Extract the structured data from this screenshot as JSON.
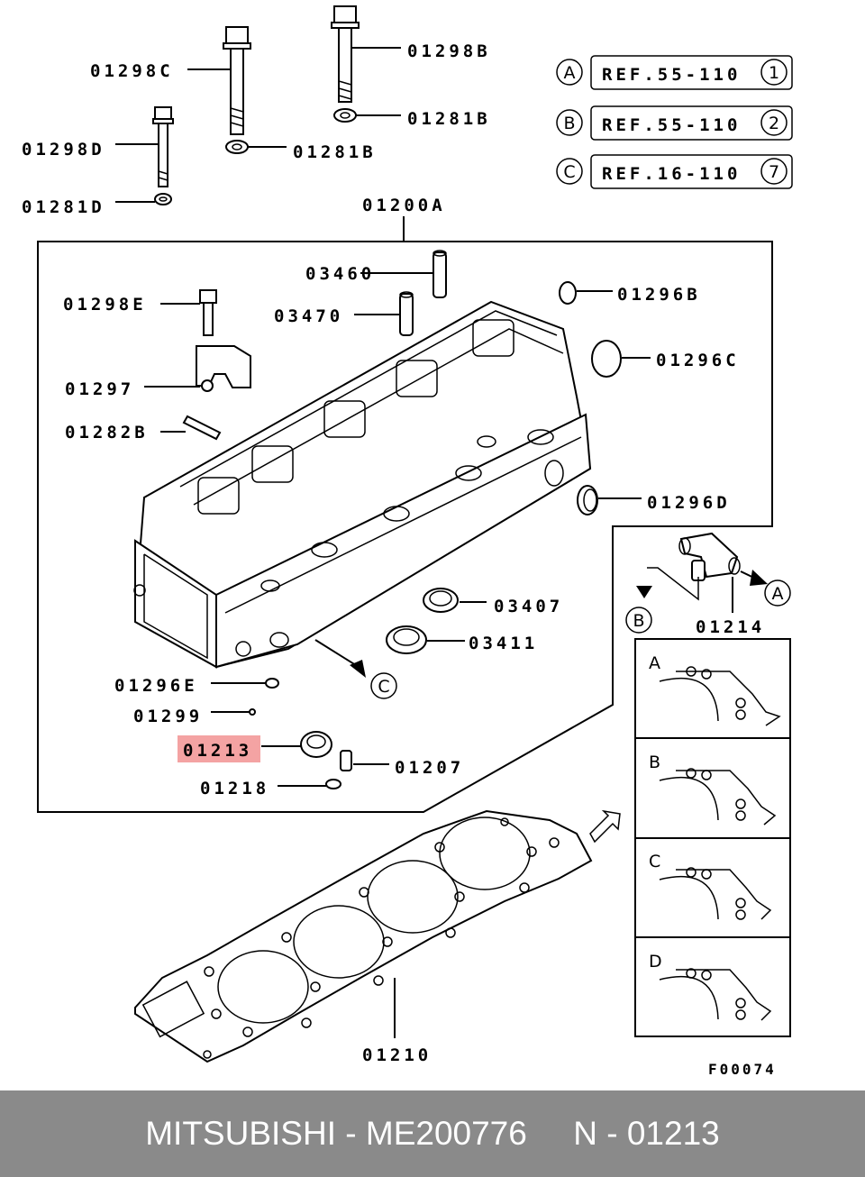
{
  "labels": {
    "p01298C": "01298C",
    "p01298B": "01298B",
    "p01281B_a": "01281B",
    "p01281B_b": "01281B",
    "p01298D": "01298D",
    "p01281D": "01281D",
    "p01200A": "01200A",
    "p03460": "03460",
    "p01296B": "01296B",
    "p01298E": "01298E",
    "p03470": "03470",
    "p01296C": "01296C",
    "p01297": "01297",
    "p01282B": "01282B",
    "p01296D": "01296D",
    "p03407": "03407",
    "p03411": "03411",
    "p01214": "01214",
    "p01296E": "01296E",
    "p01299": "01299",
    "p01213": "01213",
    "p01207": "01207",
    "p01218": "01218",
    "p01210": "01210",
    "fig": "F00074"
  },
  "refs": [
    {
      "letter": "A",
      "text": "REF.55-110",
      "num": "1"
    },
    {
      "letter": "B",
      "text": "REF.55-110",
      "num": "2"
    },
    {
      "letter": "C",
      "text": "REF.16-110",
      "num": "7"
    }
  ],
  "callouts": {
    "a": "A",
    "b": "B",
    "c": "C"
  },
  "insets": [
    "A",
    "B",
    "C",
    "D"
  ],
  "highlight_color": "#f4a3a3",
  "footer": {
    "brand": "MITSUBISHI",
    "sep1": " - ",
    "part": "ME200776",
    "gap": "     ",
    "code": "N - 01213"
  }
}
